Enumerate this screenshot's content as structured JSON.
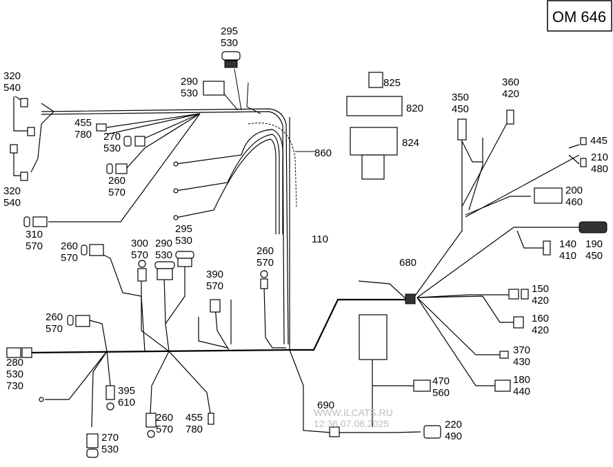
{
  "title_box": "OM 646",
  "callouts": [
    {
      "id": "c295a",
      "lines": [
        "295",
        "530"
      ]
    },
    {
      "id": "c320a",
      "lines": [
        "320",
        "540"
      ]
    },
    {
      "id": "c290a",
      "lines": [
        "290",
        "530"
      ]
    },
    {
      "id": "c825",
      "lines": [
        "825"
      ]
    },
    {
      "id": "c820",
      "lines": [
        "820"
      ]
    },
    {
      "id": "c824",
      "lines": [
        "824"
      ]
    },
    {
      "id": "c350",
      "lines": [
        "350",
        "450"
      ]
    },
    {
      "id": "c360",
      "lines": [
        "360",
        "420"
      ]
    },
    {
      "id": "c445",
      "lines": [
        "445"
      ]
    },
    {
      "id": "c210",
      "lines": [
        "210",
        "480"
      ]
    },
    {
      "id": "c455a",
      "lines": [
        "455",
        "780"
      ]
    },
    {
      "id": "c270a",
      "lines": [
        "270",
        "530"
      ]
    },
    {
      "id": "c860",
      "lines": [
        "860"
      ]
    },
    {
      "id": "c200",
      "lines": [
        "200",
        "460"
      ]
    },
    {
      "id": "c260a",
      "lines": [
        "260",
        "570"
      ]
    },
    {
      "id": "c320b",
      "lines": [
        "320",
        "540"
      ]
    },
    {
      "id": "c310",
      "lines": [
        "310",
        "570"
      ]
    },
    {
      "id": "c295b",
      "lines": [
        "295",
        "530"
      ]
    },
    {
      "id": "c110",
      "lines": [
        "110"
      ]
    },
    {
      "id": "c140",
      "lines": [
        "140",
        "410"
      ]
    },
    {
      "id": "c190",
      "lines": [
        "190",
        "450"
      ]
    },
    {
      "id": "c260b",
      "lines": [
        "260",
        "570"
      ]
    },
    {
      "id": "c300",
      "lines": [
        "300",
        "570"
      ]
    },
    {
      "id": "c290b",
      "lines": [
        "290",
        "530"
      ]
    },
    {
      "id": "c260c",
      "lines": [
        "260",
        "570"
      ]
    },
    {
      "id": "c680",
      "lines": [
        "680"
      ]
    },
    {
      "id": "c390",
      "lines": [
        "390",
        "570"
      ]
    },
    {
      "id": "c150",
      "lines": [
        "150",
        "420"
      ]
    },
    {
      "id": "c260d",
      "lines": [
        "260",
        "570"
      ]
    },
    {
      "id": "c160",
      "lines": [
        "160",
        "420"
      ]
    },
    {
      "id": "c370",
      "lines": [
        "370",
        "430"
      ]
    },
    {
      "id": "c280",
      "lines": [
        "280",
        "530",
        "730"
      ]
    },
    {
      "id": "c395",
      "lines": [
        "395",
        "610"
      ]
    },
    {
      "id": "c180",
      "lines": [
        "180",
        "440"
      ]
    },
    {
      "id": "c470",
      "lines": [
        "470",
        "560"
      ]
    },
    {
      "id": "c690",
      "lines": [
        "690"
      ]
    },
    {
      "id": "c260e",
      "lines": [
        "260",
        "570"
      ]
    },
    {
      "id": "c455b",
      "lines": [
        "455",
        "780"
      ]
    },
    {
      "id": "c220",
      "lines": [
        "220",
        "490"
      ]
    },
    {
      "id": "c270b",
      "lines": [
        "270",
        "530"
      ]
    }
  ],
  "watermark": {
    "line1": "WWW.ILCATS.RU",
    "line2": "12:36 07.06.2025"
  }
}
